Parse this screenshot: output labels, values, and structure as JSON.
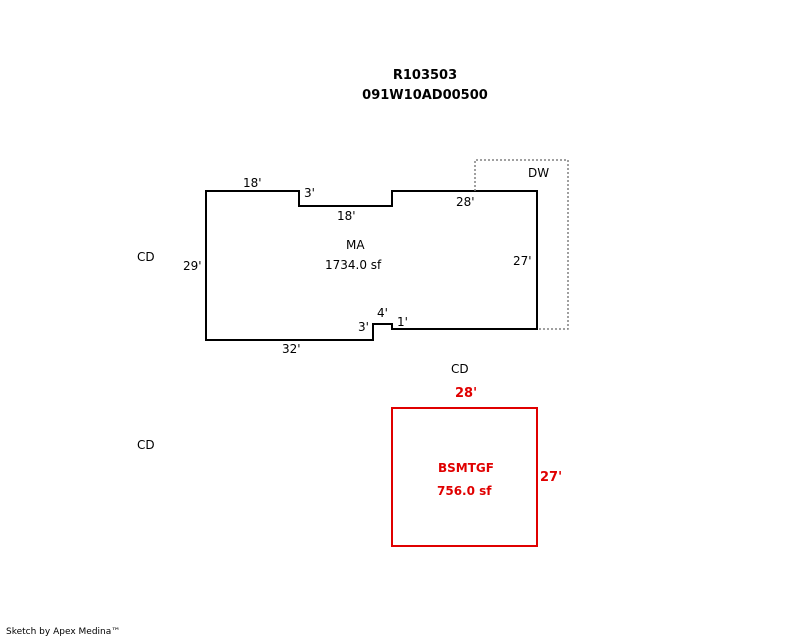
{
  "header": {
    "line1": "R103503",
    "line2": "091W10AD00500"
  },
  "main_area": {
    "code": "MA",
    "area": "1734.0 sf",
    "dims": {
      "top_left": "18'",
      "notch_top_drop": "3'",
      "notch_top_width": "18'",
      "top_right": "28'",
      "right": "27'",
      "left": "29'",
      "bottom": "32'",
      "notch_bottom_left": "3'",
      "notch_bottom_top": "4'",
      "notch_bottom_right": "1'"
    }
  },
  "driveway": {
    "code": "DW"
  },
  "basement": {
    "code": "BSMTGF",
    "area": "756.0 sf",
    "width": "28'",
    "height": "27'",
    "color": "#e00000"
  },
  "cd_labels": [
    "CD",
    "CD",
    "CD"
  ],
  "footer": "Sketch by Apex Medina™"
}
